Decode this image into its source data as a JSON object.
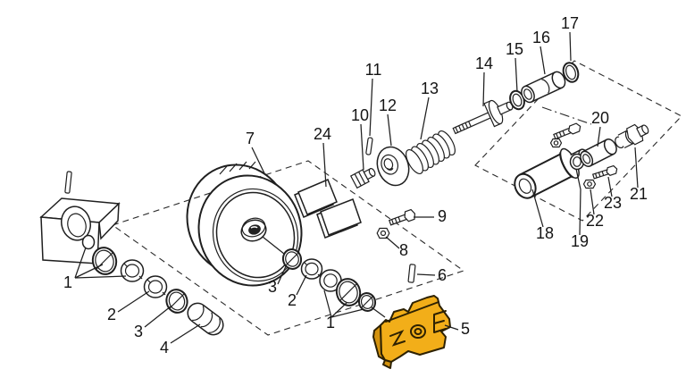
{
  "diagram": {
    "kind": "exploded-parts-diagram",
    "line_color": "#1f1f1f",
    "highlight_color": "#F2AE19",
    "highlight_shadow": "#D4930F",
    "highlighted_label": "5",
    "labels": {
      "left_1": "1",
      "left_2": "2",
      "left_3": "3",
      "left_4": "4",
      "guard_5": "5",
      "pin_6": "6",
      "wheel_7": "7",
      "nut_8": "8",
      "bolt_9": "9",
      "fitting_10": "10",
      "pin_11": "11",
      "flange_12": "12",
      "spring_13": "13",
      "rod_14": "14",
      "ring_15": "15",
      "cylinder_16": "16",
      "oring_17": "17",
      "cylinder_18": "18",
      "ring_19": "19",
      "cylinder_20": "20",
      "valve_21": "21",
      "nut_22": "22",
      "bolt_23": "23",
      "shims_24": "24",
      "right_3": "3",
      "right_2": "2",
      "right_1": "1"
    }
  }
}
